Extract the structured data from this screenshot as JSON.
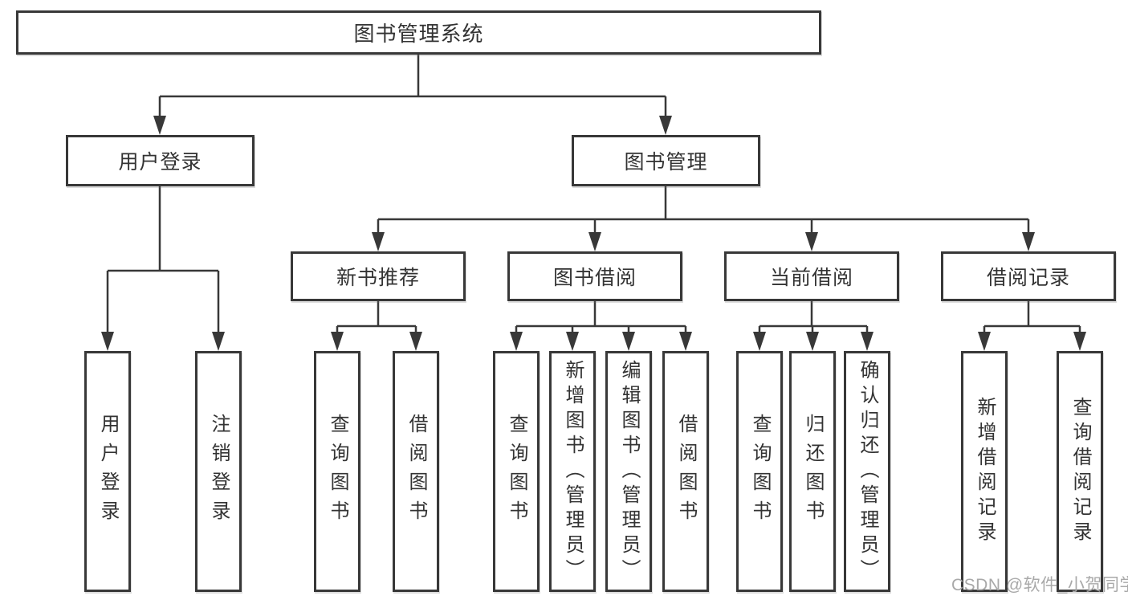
{
  "tree": {
    "label": "图书管理系统",
    "children": [
      {
        "label": "用户登录",
        "children": [
          {
            "label": "用户登录"
          },
          {
            "label": "注销登录"
          }
        ]
      },
      {
        "label": "图书管理",
        "children": [
          {
            "label": "新书推荐",
            "children": [
              {
                "label": "查询图书"
              },
              {
                "label": "借阅图书"
              }
            ]
          },
          {
            "label": "图书借阅",
            "children": [
              {
                "label": "查询图书"
              },
              {
                "label": "新增图书（管理员）"
              },
              {
                "label": "编辑图书（管理员）"
              },
              {
                "label": "借阅图书"
              }
            ]
          },
          {
            "label": "当前借阅",
            "children": [
              {
                "label": "查询图书"
              },
              {
                "label": "归还图书"
              },
              {
                "label": "确认归还（管理员）"
              }
            ]
          },
          {
            "label": "借阅记录",
            "children": [
              {
                "label": "新增借阅记录"
              },
              {
                "label": "查询借阅记录"
              }
            ]
          }
        ]
      }
    ]
  },
  "watermark": {
    "text": "CSDN @软件_小贺同学"
  },
  "colors": {
    "line": "#383838",
    "box_border": "#383838",
    "text": "#333333",
    "watermark": "#a9a9a9"
  }
}
